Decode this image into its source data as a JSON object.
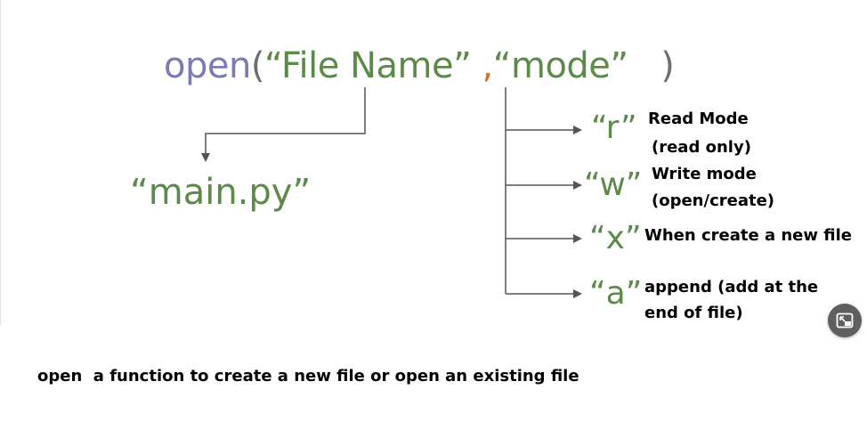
{
  "code": {
    "keyword": "open",
    "open_paren": "(",
    "arg_filename": "“File Name”",
    "comma": " ,",
    "arg_mode": "“mode”",
    "close_paren": "   )"
  },
  "filename_example": "“main.py”",
  "modes": [
    {
      "key": "“r”",
      "desc_line1": "Read Mode",
      "desc_line2": "(read only)"
    },
    {
      "key": "“w”",
      "desc_line1": "Write mode",
      "desc_line2": "(open/create)"
    },
    {
      "key": "“x”",
      "desc_line1": "When create a new file",
      "desc_line2": ""
    },
    {
      "key": "“a”",
      "desc_line1": "append (add at the",
      "desc_line2": "end of file)"
    }
  ],
  "caption": "open  a function to create a new file or open an existing file",
  "colors": {
    "keyword": "#7c7ab4",
    "string": "#5c8a48",
    "comma": "#c6772d",
    "connector": "#555555"
  },
  "corner_button": {
    "icon": "picture-in-picture-exit-icon"
  }
}
